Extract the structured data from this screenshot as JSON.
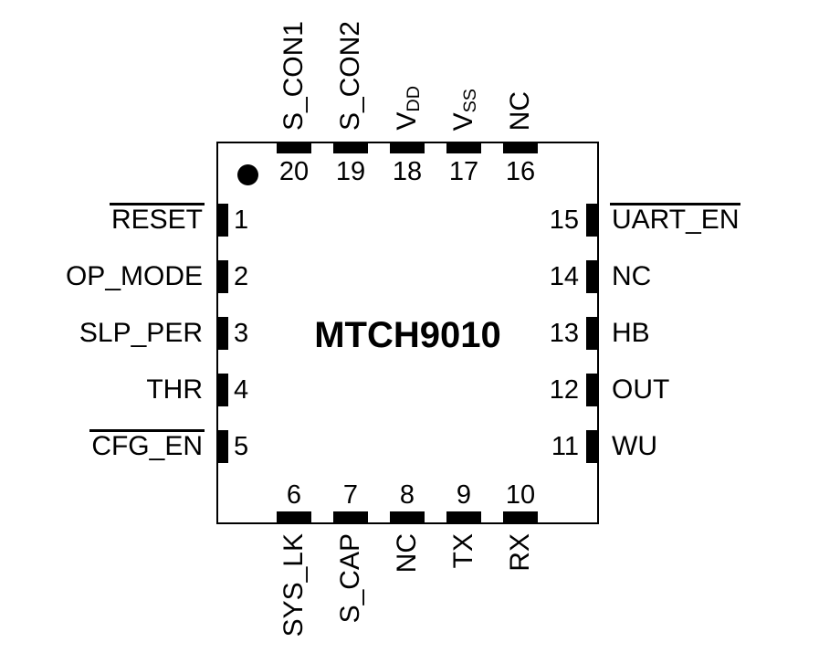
{
  "chip": {
    "part_number": "MTCH9010",
    "pin1_marker": "dot",
    "pin_count": 20
  },
  "colors": {
    "ink": "#000000",
    "background": "#ffffff"
  },
  "pins": {
    "left": [
      {
        "num": "1",
        "label": "RESET",
        "overline": true
      },
      {
        "num": "2",
        "label": "OP_MODE"
      },
      {
        "num": "3",
        "label": "SLP_PER"
      },
      {
        "num": "4",
        "label": "THR"
      },
      {
        "num": "5",
        "label": "CFG_EN",
        "overline": true
      }
    ],
    "right": [
      {
        "num": "15",
        "label": "UART_EN",
        "overline": true
      },
      {
        "num": "14",
        "label": "NC"
      },
      {
        "num": "13",
        "label": "HB"
      },
      {
        "num": "12",
        "label": "OUT"
      },
      {
        "num": "11",
        "label": "WU"
      }
    ],
    "top": [
      {
        "num": "20",
        "label": "S_CON1"
      },
      {
        "num": "19",
        "label": "S_CON2"
      },
      {
        "num": "18",
        "label": "V",
        "sub": "DD"
      },
      {
        "num": "17",
        "label": "V",
        "sub": "SS"
      },
      {
        "num": "16",
        "label": "NC"
      }
    ],
    "bottom": [
      {
        "num": "6",
        "label": "SYS_LK"
      },
      {
        "num": "7",
        "label": "S_CAP"
      },
      {
        "num": "8",
        "label": "NC"
      },
      {
        "num": "9",
        "label": "TX"
      },
      {
        "num": "10",
        "label": "RX"
      }
    ]
  }
}
